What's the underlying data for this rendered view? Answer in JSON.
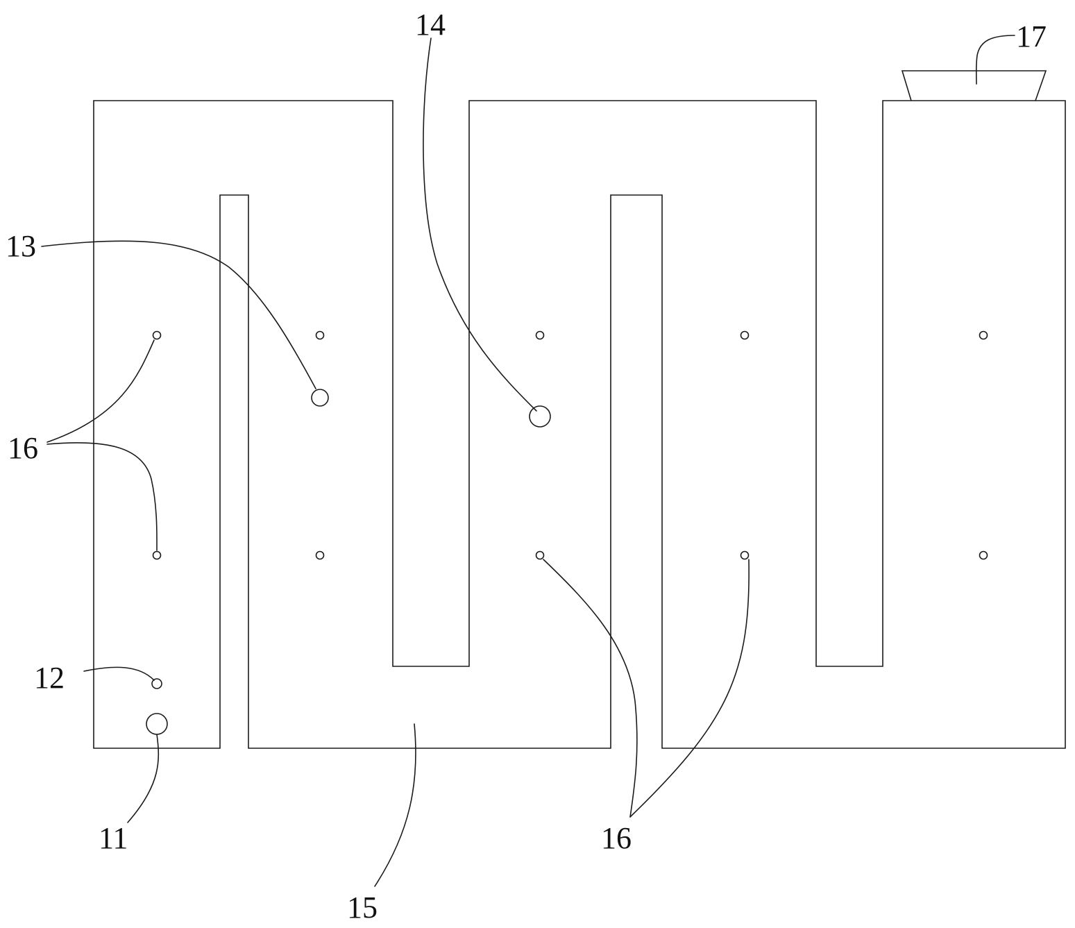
{
  "figure": {
    "callouts": [
      {
        "id": "c11",
        "text": "11"
      },
      {
        "id": "c12",
        "text": "12"
      },
      {
        "id": "c13",
        "text": "13"
      },
      {
        "id": "c14",
        "text": "14"
      },
      {
        "id": "c15",
        "text": "15"
      },
      {
        "id": "c16a",
        "text": "16"
      },
      {
        "id": "c16b",
        "text": "16"
      },
      {
        "id": "c17",
        "text": "17"
      }
    ]
  }
}
